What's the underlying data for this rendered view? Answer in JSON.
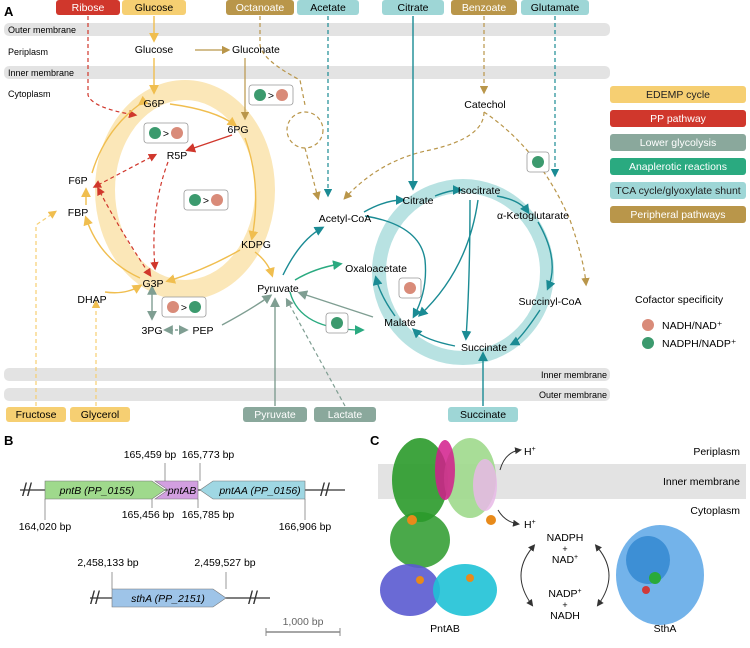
{
  "panel_labels": {
    "a": "A",
    "b": "B",
    "c": "C"
  },
  "colors": {
    "edemp": "#f6cf72",
    "edemp_light": "#fbe7b8",
    "pp": "#d0372c",
    "lower": "#7f9e92",
    "anaplerotic": "#2aaa80",
    "tca": "#9ed6d6",
    "tca_dark": "#1a8b94",
    "peripheral": "#b9964a",
    "membrane": "#e3e3e3",
    "nadh": "#d98b79",
    "nadph": "#3c9a6e",
    "pntB": "#9fd98c",
    "pntAB": "#d29fe0",
    "pntAA": "#9fd7e3",
    "sthA": "#9ec4e8"
  },
  "panelA": {
    "compartments": {
      "outer_membrane": "Outer membrane",
      "periplasm": "Periplasm",
      "inner_membrane": "Inner membrane",
      "cytoplasm": "Cytoplasm",
      "inner_membrane_bottom": "Inner membrane",
      "outer_membrane_bottom": "Outer membrane"
    },
    "top_substrates": [
      "Ribose",
      "Glucose",
      "Octanoate",
      "Acetate",
      "Citrate",
      "Benzoate",
      "Glutamate"
    ],
    "bottom_substrates": [
      "Fructose",
      "Glycerol",
      "Pyruvate",
      "Lactate",
      "Succinate"
    ],
    "metabolites": {
      "glucose": "Glucose",
      "gluconate": "Gluconate",
      "g6p": "G6P",
      "sixpg": "6PG",
      "f6p": "F6P",
      "r5p": "R5P",
      "fbp": "FBP",
      "kdpg": "KDPG",
      "g3p": "G3P",
      "dhap": "DHAP",
      "threepg": "3PG",
      "pep": "PEP",
      "pyruvate": "Pyruvate",
      "acetyl_coa": "Acetyl-CoA",
      "oxaloacetate": "Oxaloacetate",
      "citrate": "Citrate",
      "isocitrate": "Isocitrate",
      "akg": "α-Ketoglutarate",
      "succinyl_coa": "Succinyl-CoA",
      "succinate": "Succinate",
      "malate": "Malate",
      "catechol": "Catechol"
    },
    "gt": ">",
    "legend": [
      {
        "label": "EDEMP cycle",
        "color": "#f6cf72",
        "text_color": "#222222"
      },
      {
        "label": "PP pathway",
        "color": "#d0372c",
        "text_color": "#ffffff"
      },
      {
        "label": "Lower glycolysis",
        "color": "#8aa89c",
        "text_color": "#ffffff"
      },
      {
        "label": "Anaplerotic reactions",
        "color": "#2aaa80",
        "text_color": "#ffffff"
      },
      {
        "label": "TCA cycle/glyoxylate shunt",
        "color": "#9ed6d6",
        "text_color": "#222222"
      },
      {
        "label": "Peripheral pathways",
        "color": "#b9964a",
        "text_color": "#ffffff"
      }
    ],
    "cofactor": {
      "title": "Cofactor specificity",
      "nadh": "NADH/NAD⁺",
      "nadph": "NADPH/NADP⁺"
    }
  },
  "panelB": {
    "genes": {
      "pntB": "pntB",
      "pntB_locus": "(PP_0155)",
      "pntAB": "pntAB",
      "pntAA": "pntAA",
      "pntAA_locus": "(PP_0156)",
      "sthA": "sthA",
      "sthA_locus": "(PP_2151)"
    },
    "coords": {
      "c165459": "165,459 bp",
      "c165773": "165,773 bp",
      "c164020": "164,020 bp",
      "c165456": "165,456 bp",
      "c165785": "165,785 bp",
      "c166906": "166,906 bp",
      "c2458133": "2,458,133 bp",
      "c2459527": "2,459,527 bp"
    },
    "scale": "1,000 bp"
  },
  "panelC": {
    "periplasm": "Periplasm",
    "inner_membrane": "Inner membrane",
    "cytoplasm": "Cytoplasm",
    "h": "H",
    "plus": "+",
    "nadph": "NADPH",
    "nad": "NAD",
    "nadp": "NADP",
    "nadh": "NADH",
    "pntab": "PntAB",
    "stha": "SthA"
  }
}
